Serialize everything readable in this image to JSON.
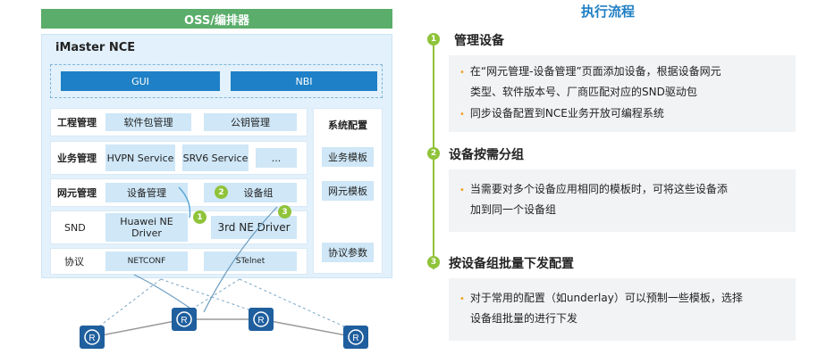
{
  "left": {
    "oss_title": "OSS/编排器",
    "nce_title": "iMaster  NCE",
    "gui": "GUI",
    "nbi": "NBI",
    "rows": {
      "engineering": {
        "label": "工程管理",
        "cells": [
          "软件包管理",
          "公钥管理"
        ]
      },
      "service": {
        "label": "业务管理",
        "cells": [
          "HVPN Service",
          "SRV6 Service",
          "..."
        ]
      },
      "ne": {
        "label": "网元管理",
        "cells": [
          "设备管理",
          "设备组"
        ]
      },
      "snd": {
        "label": "SND",
        "cells": [
          "Huawei NE Driver",
          "3rd NE Driver"
        ]
      },
      "protocol": {
        "label": "协议",
        "cells": [
          "NETCONF",
          "STelnet"
        ]
      }
    },
    "system": {
      "title": "系统配置",
      "items": [
        "业务模板",
        "网元模板",
        "协议参数"
      ]
    },
    "badges": [
      "1",
      "2",
      "3"
    ]
  },
  "right": {
    "title": "执行流程",
    "steps": [
      {
        "num": "1",
        "title": "管理设备",
        "bullets": [
          [
            "在“网元管理-设备管理”页面添加设备，根据设备网元",
            "类型、软件版本号、厂商匹配对应的SND驱动包"
          ],
          [
            "同步设备配置到NCE业务开放可编程系统"
          ]
        ]
      },
      {
        "num": "2",
        "title": "设备按需分组",
        "bullets": [
          [
            "当需要对多个设备应用相同的模板时，可将这些设备添",
            "加到同一个设备组"
          ]
        ]
      },
      {
        "num": "3",
        "title": "按设备组批量下发配置",
        "bullets": [
          [
            "对于常用的配置（如underlay）可以预制一些模板，选择",
            "设备组批量的进行下发"
          ]
        ]
      }
    ]
  },
  "colors": {
    "brand_blue": "#1e80c6",
    "light_blue": "#cfe7f7",
    "oss_green": "#5aad6a",
    "step_green": "#8fc33a",
    "bullet_orange": "#f0a020"
  },
  "icons": [
    "router-icon"
  ]
}
